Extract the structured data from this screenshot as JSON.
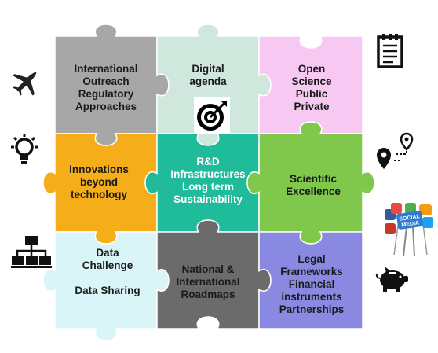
{
  "colors": {
    "grey": "#a7a7a7",
    "mint": "#cfe7dc",
    "pink": "#f7c8f1",
    "orange": "#f5ad1a",
    "teal": "#1fbb9a",
    "green": "#7fc84c",
    "lightblue": "#d9f5f7",
    "darkgrey": "#6b6b6b",
    "purple": "#8a89e2"
  },
  "pieces": [
    {
      "id": "international-outreach",
      "color": "grey",
      "text": "International\nOutreach\nRegulatory\nApproaches",
      "theme": "dark"
    },
    {
      "id": "digital-agenda",
      "color": "mint",
      "text": "Digital\nagenda",
      "theme": "dark"
    },
    {
      "id": "open-science",
      "color": "pink",
      "text": "Open\nScience\nPublic\nPrivate",
      "theme": "dark"
    },
    {
      "id": "innovations",
      "color": "orange",
      "text": "Innovations\nbeyond\ntechnology",
      "theme": "dark"
    },
    {
      "id": "rd-infrastructures",
      "color": "teal",
      "text": "R&D\nInfrastructures\nLong term\nSustainability",
      "theme": "light"
    },
    {
      "id": "scientific-excellence",
      "color": "green",
      "text": "Scientific\nExcellence",
      "theme": "dark"
    },
    {
      "id": "data-challenge",
      "color": "lightblue",
      "text": "Data\nChallenge\n\nData Sharing",
      "theme": "dark"
    },
    {
      "id": "national-roadmaps",
      "color": "darkgrey",
      "text": "National &\nInternational\nRoadmaps",
      "theme": "dark"
    },
    {
      "id": "legal-frameworks",
      "color": "purple",
      "text": "Legal\nFrameworks\nFinancial\ninstruments\nPartnerships",
      "theme": "dark"
    }
  ],
  "icons": {
    "airplane": "airplane-icon",
    "lightbulb": "lightbulb-icon",
    "network": "network-icon",
    "target": "target-icon",
    "document": "document-icon",
    "route": "route-icon",
    "social_media": "social-media-icon",
    "piggy_bank": "piggy-bank-icon"
  },
  "social_media_sign": {
    "line1": "SOCIAL",
    "line2": "MEDIA"
  }
}
